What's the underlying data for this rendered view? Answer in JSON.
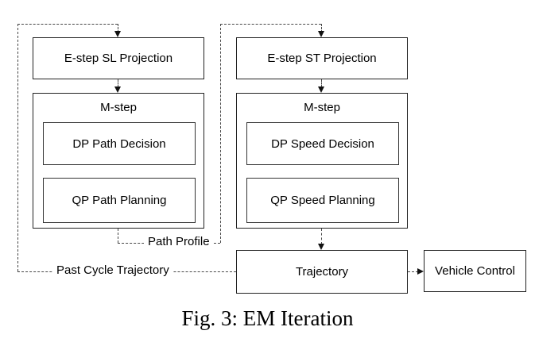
{
  "figure": {
    "caption": "Fig. 3: EM Iteration",
    "left_column": {
      "estep": "E-step SL Projection",
      "mstep": "M-step",
      "dp": "DP Path Decision",
      "qp": "QP Path Planning"
    },
    "right_column": {
      "estep": "E-step ST Projection",
      "mstep": "M-step",
      "dp": "DP Speed Decision",
      "qp": "QP Speed Planning"
    },
    "outputs": {
      "trajectory": "Trajectory",
      "vehicle_control": "Vehicle Control"
    },
    "edge_labels": {
      "path_profile": "Path Profile",
      "past_cycle_trajectory": "Past Cycle Trajectory"
    },
    "colors": {
      "background": "#ffffff",
      "box_border": "#222222",
      "dashed_line": "#474747",
      "arrowhead": "#111111",
      "text": "#000000"
    }
  }
}
